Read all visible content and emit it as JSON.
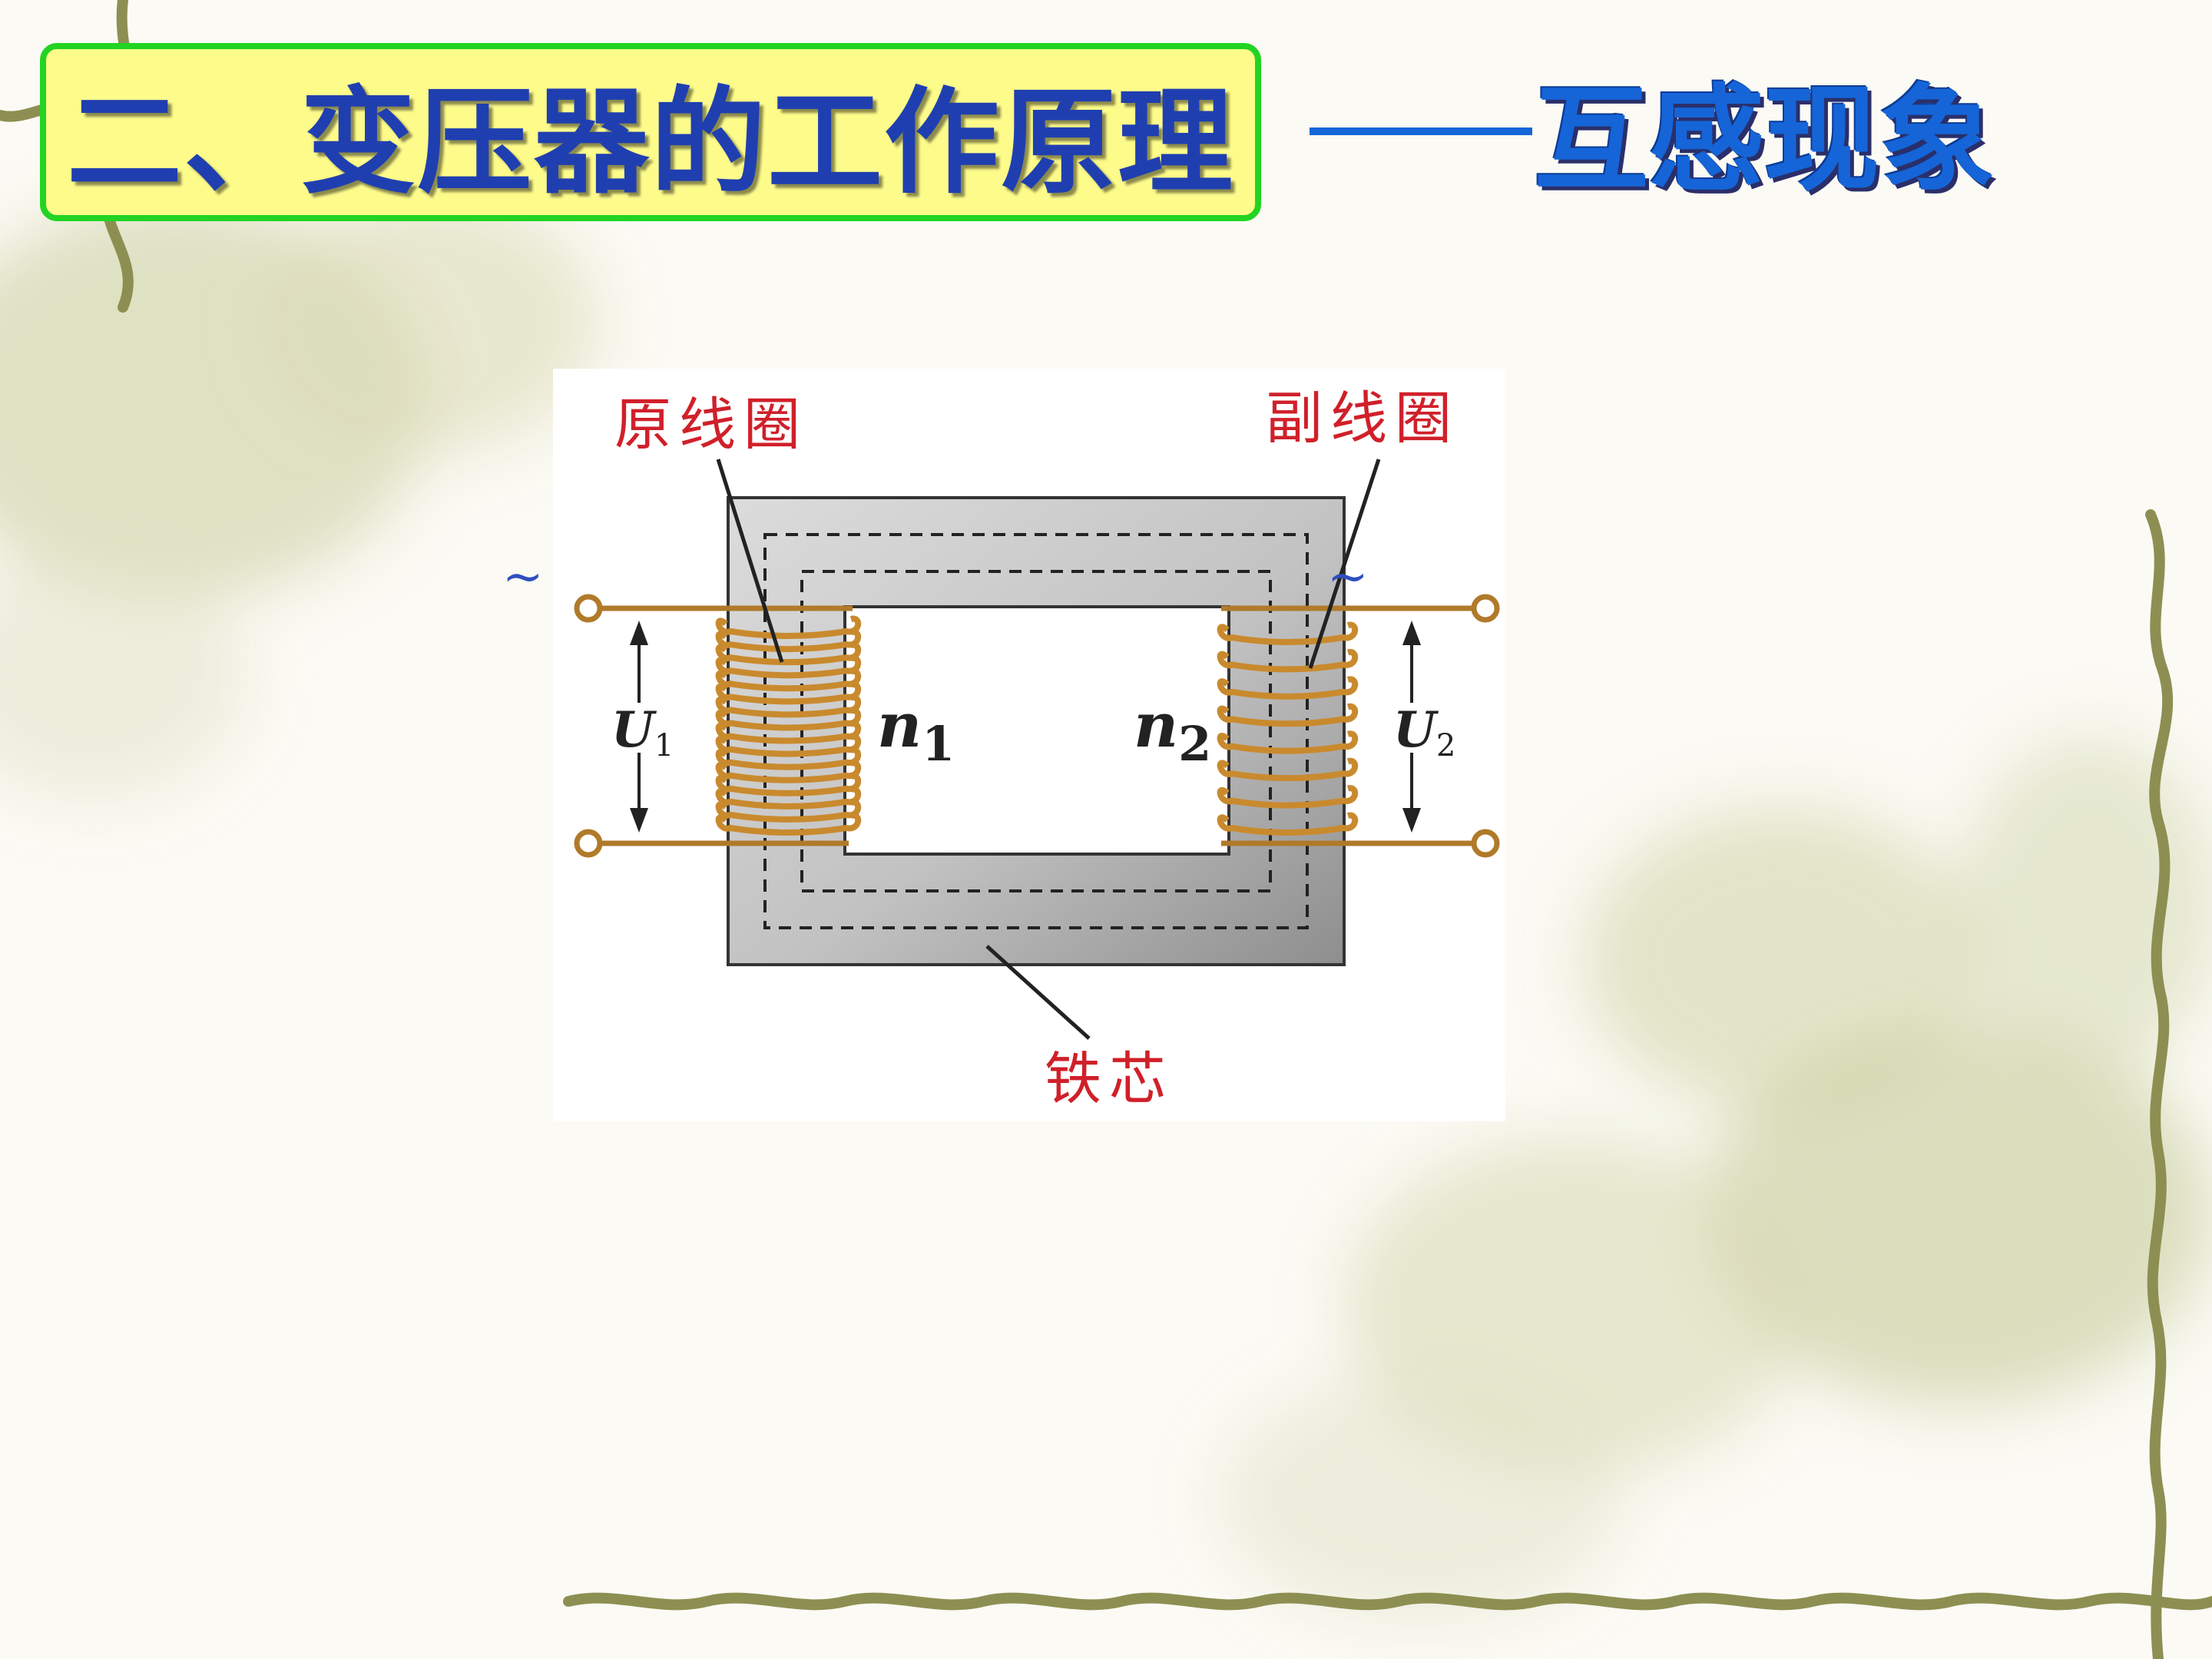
{
  "slide": {
    "title": "二、变压器的工作原理",
    "subtitle": "互感现象"
  },
  "diagram": {
    "primary_coil_label": "原线圈",
    "secondary_coil_label": "副线圈",
    "core_label": "铁芯",
    "u1_main": "U",
    "u1_sub": "1",
    "u2_main": "U",
    "u2_sub": "2",
    "n1_main": "n",
    "n1_sub": "1",
    "n2_main": "n",
    "n2_sub": "2",
    "ac_symbol_left": "~",
    "ac_symbol_right": "~"
  },
  "colors": {
    "title_box_fill": "#fdfb8a",
    "title_box_border": "#22d422",
    "title_text": "#1f3fb0",
    "subtitle_text": "#1565d8",
    "label_red": "#d0202a",
    "coil_copper": "#c98a2e",
    "wire": "#b07a2a",
    "core_gray": "#a8a8a8"
  }
}
